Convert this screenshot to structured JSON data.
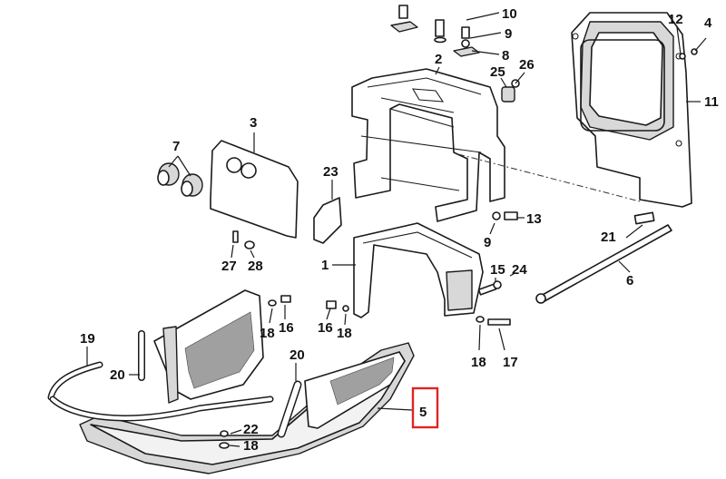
{
  "diagram": {
    "callouts": [
      {
        "id": "c10",
        "text": "10"
      },
      {
        "id": "c9a",
        "text": "9"
      },
      {
        "id": "c8",
        "text": "8"
      },
      {
        "id": "c2",
        "text": "2"
      },
      {
        "id": "c25",
        "text": "25"
      },
      {
        "id": "c26",
        "text": "26"
      },
      {
        "id": "c12",
        "text": "12"
      },
      {
        "id": "c4",
        "text": "4"
      },
      {
        "id": "c11",
        "text": "11"
      },
      {
        "id": "c3",
        "text": "3"
      },
      {
        "id": "c7",
        "text": "7"
      },
      {
        "id": "c23",
        "text": "23"
      },
      {
        "id": "c13",
        "text": "13"
      },
      {
        "id": "c9b",
        "text": "9"
      },
      {
        "id": "c21",
        "text": "21"
      },
      {
        "id": "c27",
        "text": "27"
      },
      {
        "id": "c28",
        "text": "28"
      },
      {
        "id": "c1",
        "text": "1"
      },
      {
        "id": "c15",
        "text": "15"
      },
      {
        "id": "c24",
        "text": "24"
      },
      {
        "id": "c6",
        "text": "6"
      },
      {
        "id": "c16a",
        "text": "16"
      },
      {
        "id": "c18a",
        "text": "18"
      },
      {
        "id": "c16b",
        "text": "16"
      },
      {
        "id": "c18b",
        "text": "18"
      },
      {
        "id": "c19",
        "text": "19"
      },
      {
        "id": "c20a",
        "text": "20"
      },
      {
        "id": "c20b",
        "text": "20"
      },
      {
        "id": "c18c",
        "text": "18"
      },
      {
        "id": "c17",
        "text": "17"
      },
      {
        "id": "c5",
        "text": "5"
      },
      {
        "id": "c22",
        "text": "22"
      },
      {
        "id": "c18d",
        "text": "18"
      }
    ],
    "highlighted_callout": "5",
    "highlight_color": "#e02424"
  }
}
